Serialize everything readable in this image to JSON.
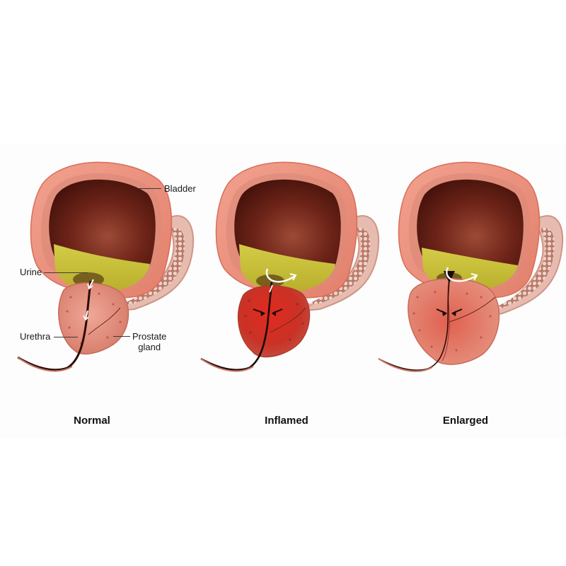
{
  "figure": {
    "panels": [
      {
        "id": "normal",
        "caption": "Normal",
        "prostate_color": "#dd8a7a",
        "state": "normal"
      },
      {
        "id": "inflamed",
        "caption": "Inflamed",
        "prostate_color": "#d6352c",
        "state": "inflamed"
      },
      {
        "id": "enlarged",
        "caption": "Enlarged",
        "prostate_color": "#e07c6c",
        "state": "enlarged"
      }
    ],
    "labels": {
      "bladder": "Bladder",
      "urine": "Urine",
      "urethra": "Urethra",
      "prostate_line1": "Prostate",
      "prostate_line2": "gland"
    },
    "colors": {
      "bladder_wall": "#ec9483",
      "bladder_wall_dark": "#d9735f",
      "bladder_interior": "#5e1a12",
      "urine": "#c9c03a",
      "urethra": "#1d0a06",
      "seminal_vesicle": "#e2b1a4",
      "background": "#ffffff"
    }
  }
}
